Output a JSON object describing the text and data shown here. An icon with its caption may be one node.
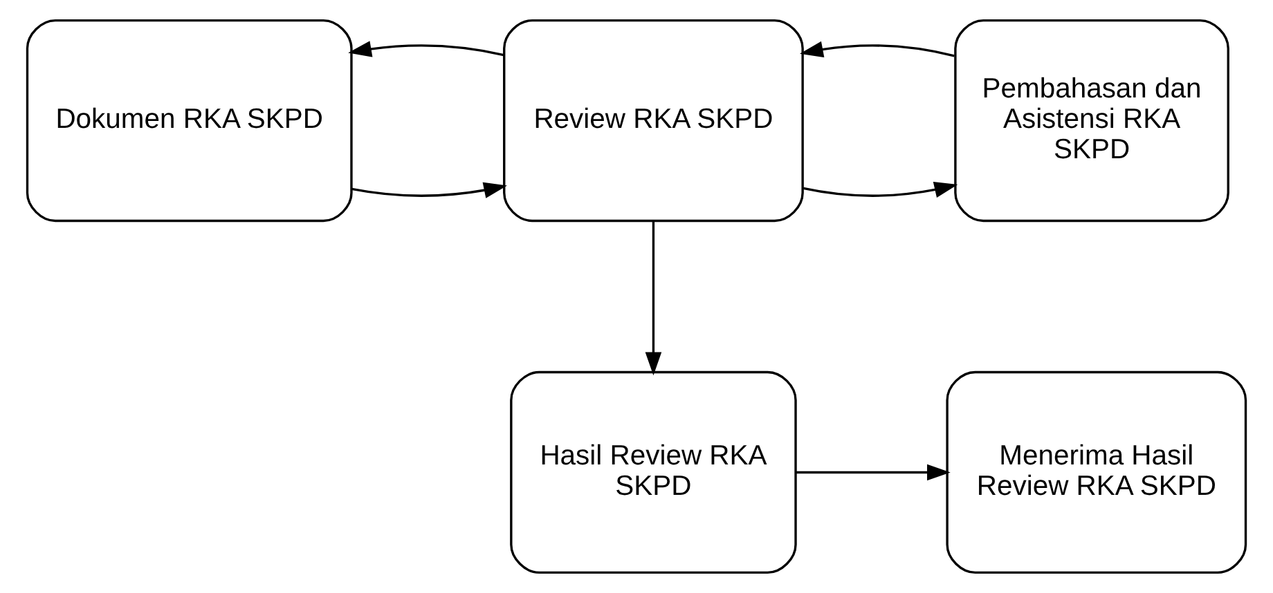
{
  "diagram": {
    "nodes": [
      {
        "text": [
          "Dokumen RKA SKPD"
        ]
      },
      {
        "text": [
          "Review RKA SKPD"
        ]
      },
      {
        "text": [
          "Pembahasan dan Asistensi RKA SKPD"
        ]
      },
      {
        "text": [
          "Menerima Hasil Review RKA SKPD"
        ]
      },
      {
        "text": [
          "Hasil Review RKA SKPD"
        ]
      }
    ],
    "edges": [
      {
        "from": 0,
        "to": 1,
        "arrow": "to"
      },
      {
        "from": 1,
        "to": 0,
        "arrow": "to"
      },
      {
        "from": 1,
        "to": 2,
        "arrow": "to"
      },
      {
        "from": 2,
        "to": 1,
        "arrow": "to"
      },
      {
        "from": 1,
        "to": 4,
        "arrow": "to"
      },
      {
        "from": 4,
        "to": 3,
        "arrow": "to"
      }
    ]
  }
}
